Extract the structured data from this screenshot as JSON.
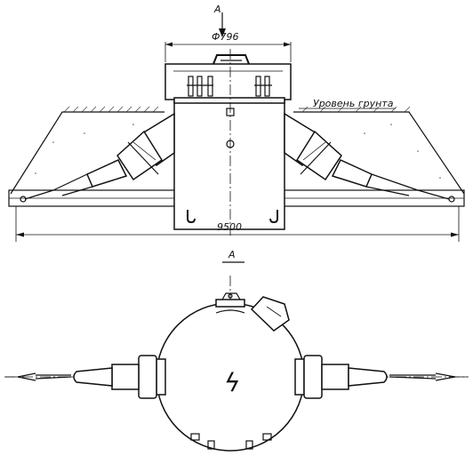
{
  "labels": {
    "view_marker_top": "А",
    "diameter": "Ф796",
    "ground_level": "Уровень грунта",
    "overall_length": "9500",
    "view_title": "А",
    "lightning_symbol": "ϟ"
  }
}
